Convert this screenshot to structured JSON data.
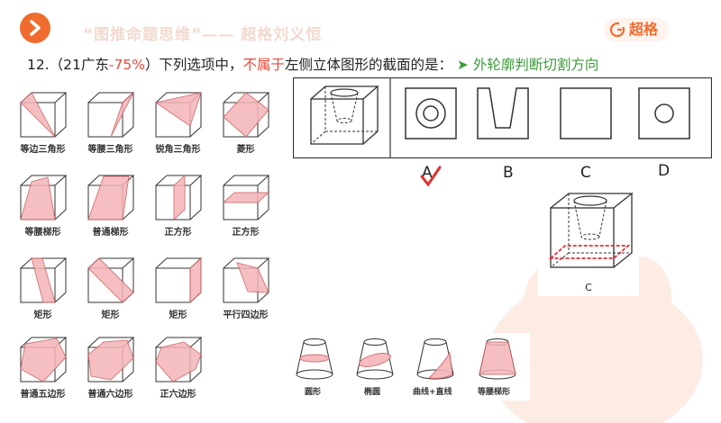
{
  "header": {
    "title": "“图推命题思维”—— 超格刘义恒",
    "brand": "超格"
  },
  "question": {
    "prefix": "12.（21广东",
    "pct": "-75%",
    "mid": "）下列选项中，",
    "neg": "不属于",
    "suffix": "左侧立体图形的截面的是：",
    "tip": "➤ 外轮廓判断切割方向"
  },
  "cube_sections": [
    "等边三角形",
    "等腰三角形",
    "锐角三角形",
    "菱形",
    "等腰梯形",
    "普通梯形",
    "正方形",
    "正方形",
    "矩形",
    "矩形",
    "矩形",
    "平行四边形",
    "普通五边形",
    "普通六边形",
    "正六边形"
  ],
  "options": [
    "A",
    "B",
    "C",
    "D"
  ],
  "answer_detail_label": "C",
  "cone_sections": [
    "圆形",
    "椭圆",
    "曲线+直线",
    "等腰梯形"
  ],
  "colors": {
    "accent": "#ef6c2e",
    "pink": "#f4b4b8",
    "red": "#e03030",
    "green": "#3e9a3a"
  }
}
